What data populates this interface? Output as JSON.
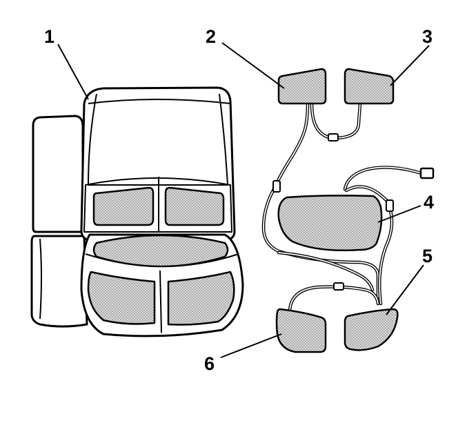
{
  "callouts": {
    "c1": "1",
    "c2": "2",
    "c3": "3",
    "c4": "4",
    "c5": "5",
    "c6": "6"
  },
  "colors": {
    "line": "#000000",
    "background": "#ffffff",
    "pad_fill": "#dcdcdc",
    "pad_dot": "#8a8a8a"
  }
}
